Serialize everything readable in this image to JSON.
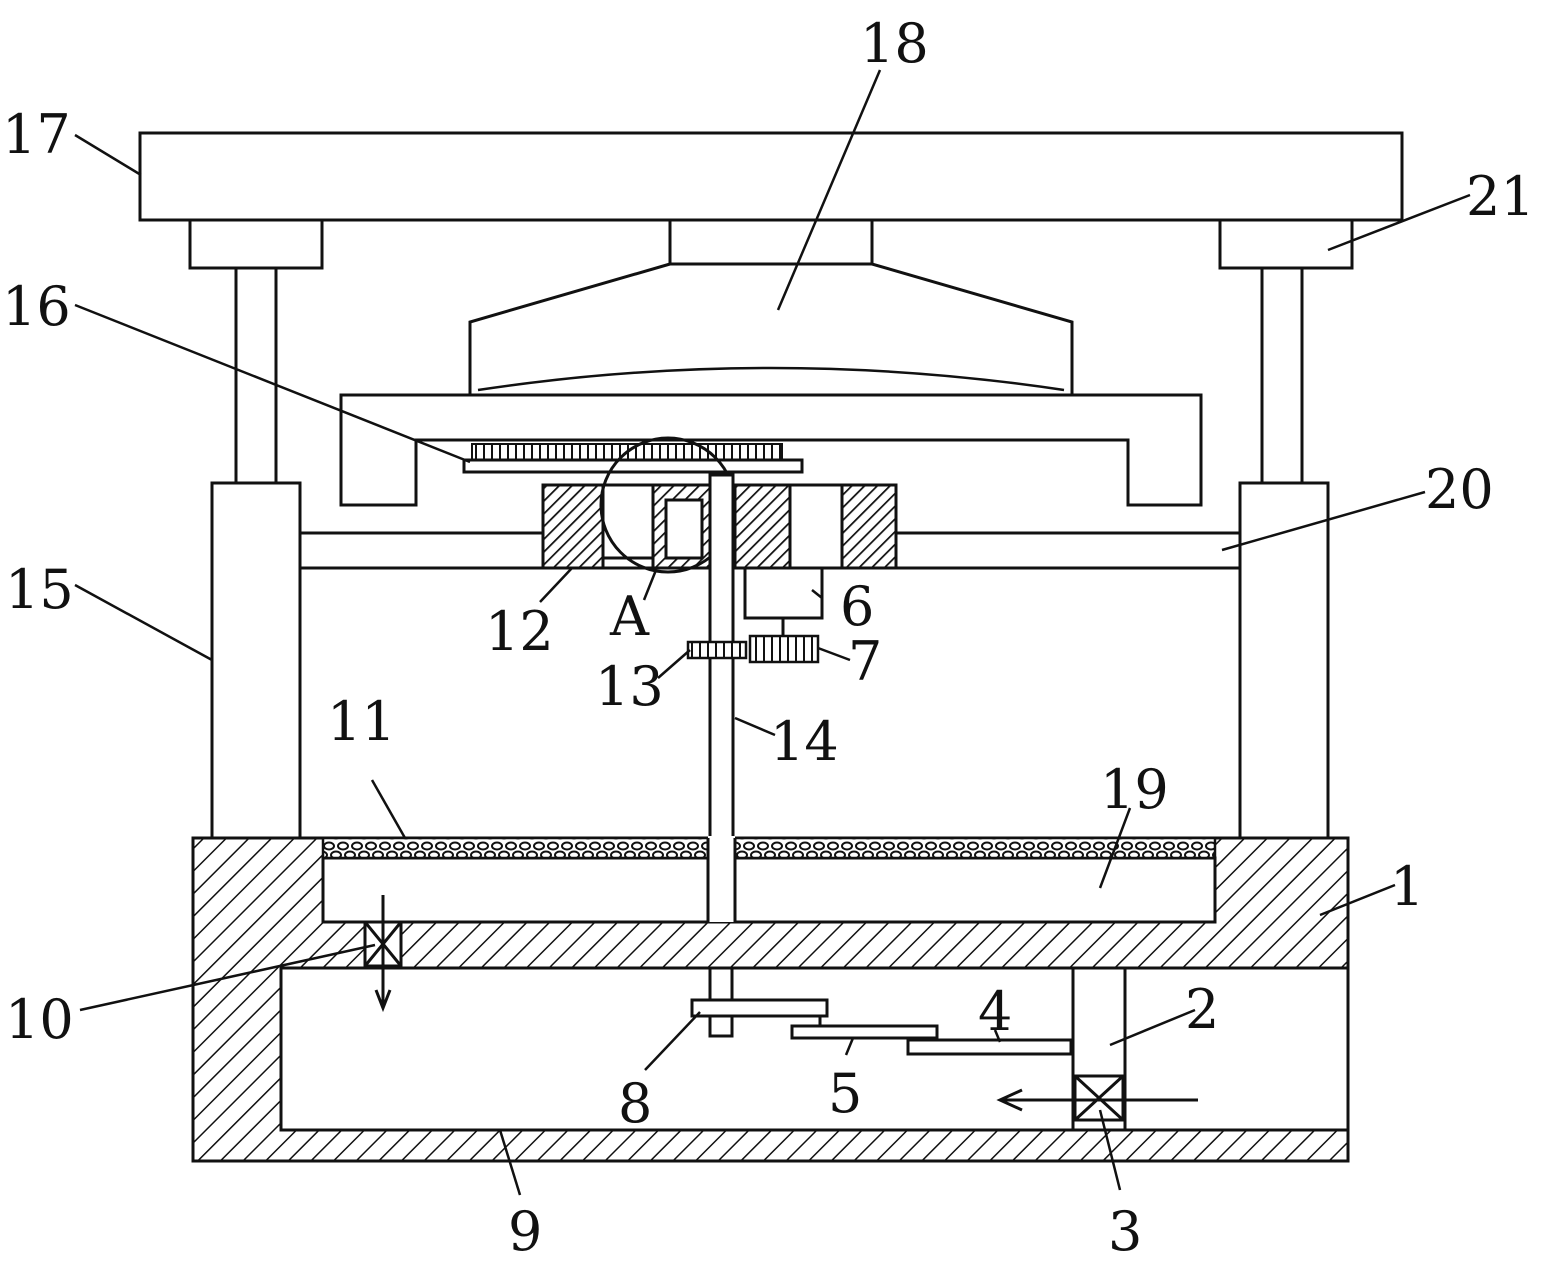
{
  "colors": {
    "line": "#111111",
    "background": "#ffffff"
  },
  "labels": {
    "l1": "1",
    "l2": "2",
    "l3": "3",
    "l4": "4",
    "l5": "5",
    "l6": "6",
    "l7": "7",
    "l8": "8",
    "l9": "9",
    "l10": "10",
    "l11": "11",
    "l12": "12",
    "l13": "13",
    "l14": "14",
    "l15": "15",
    "l16": "16",
    "l17": "17",
    "l18": "18",
    "l19": "19",
    "l20": "20",
    "l21": "21",
    "lA": "A"
  }
}
